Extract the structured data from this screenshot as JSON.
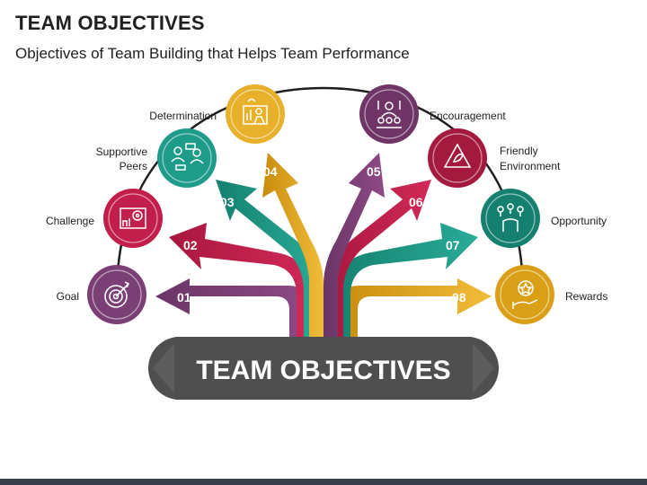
{
  "header": {
    "title": "TEAM OBJECTIVES",
    "subtitle": "Objectives of Team Building that Helps Team Performance"
  },
  "center_label": "TEAM OBJECTIVES",
  "objectives": [
    {
      "number": "01",
      "label": "Goal",
      "icon": "target-icon",
      "color": "#7a3f74"
    },
    {
      "number": "02",
      "label": "Challenge",
      "icon": "gear-chart-icon",
      "color": "#c21e4c"
    },
    {
      "number": "03",
      "label_line1": "Supportive",
      "label_line2": "Peers",
      "icon": "team-icon",
      "color": "#1f9b8a"
    },
    {
      "number": "04",
      "label": "Determination",
      "icon": "presentation-icon",
      "color": "#e8b12c"
    },
    {
      "number": "05",
      "label": "Encouragement",
      "icon": "group-meeting-icon",
      "color": "#6e3566"
    },
    {
      "number": "06",
      "label_line1": "Friendly",
      "label_line2": "Environment",
      "icon": "recycle-icon",
      "color": "#a31a3e"
    },
    {
      "number": "07",
      "label": "Opportunity",
      "icon": "hand-ideas-icon",
      "color": "#15806f"
    },
    {
      "number": "08",
      "label": "Rewards",
      "icon": "award-icon",
      "color": "#d9a017"
    }
  ]
}
